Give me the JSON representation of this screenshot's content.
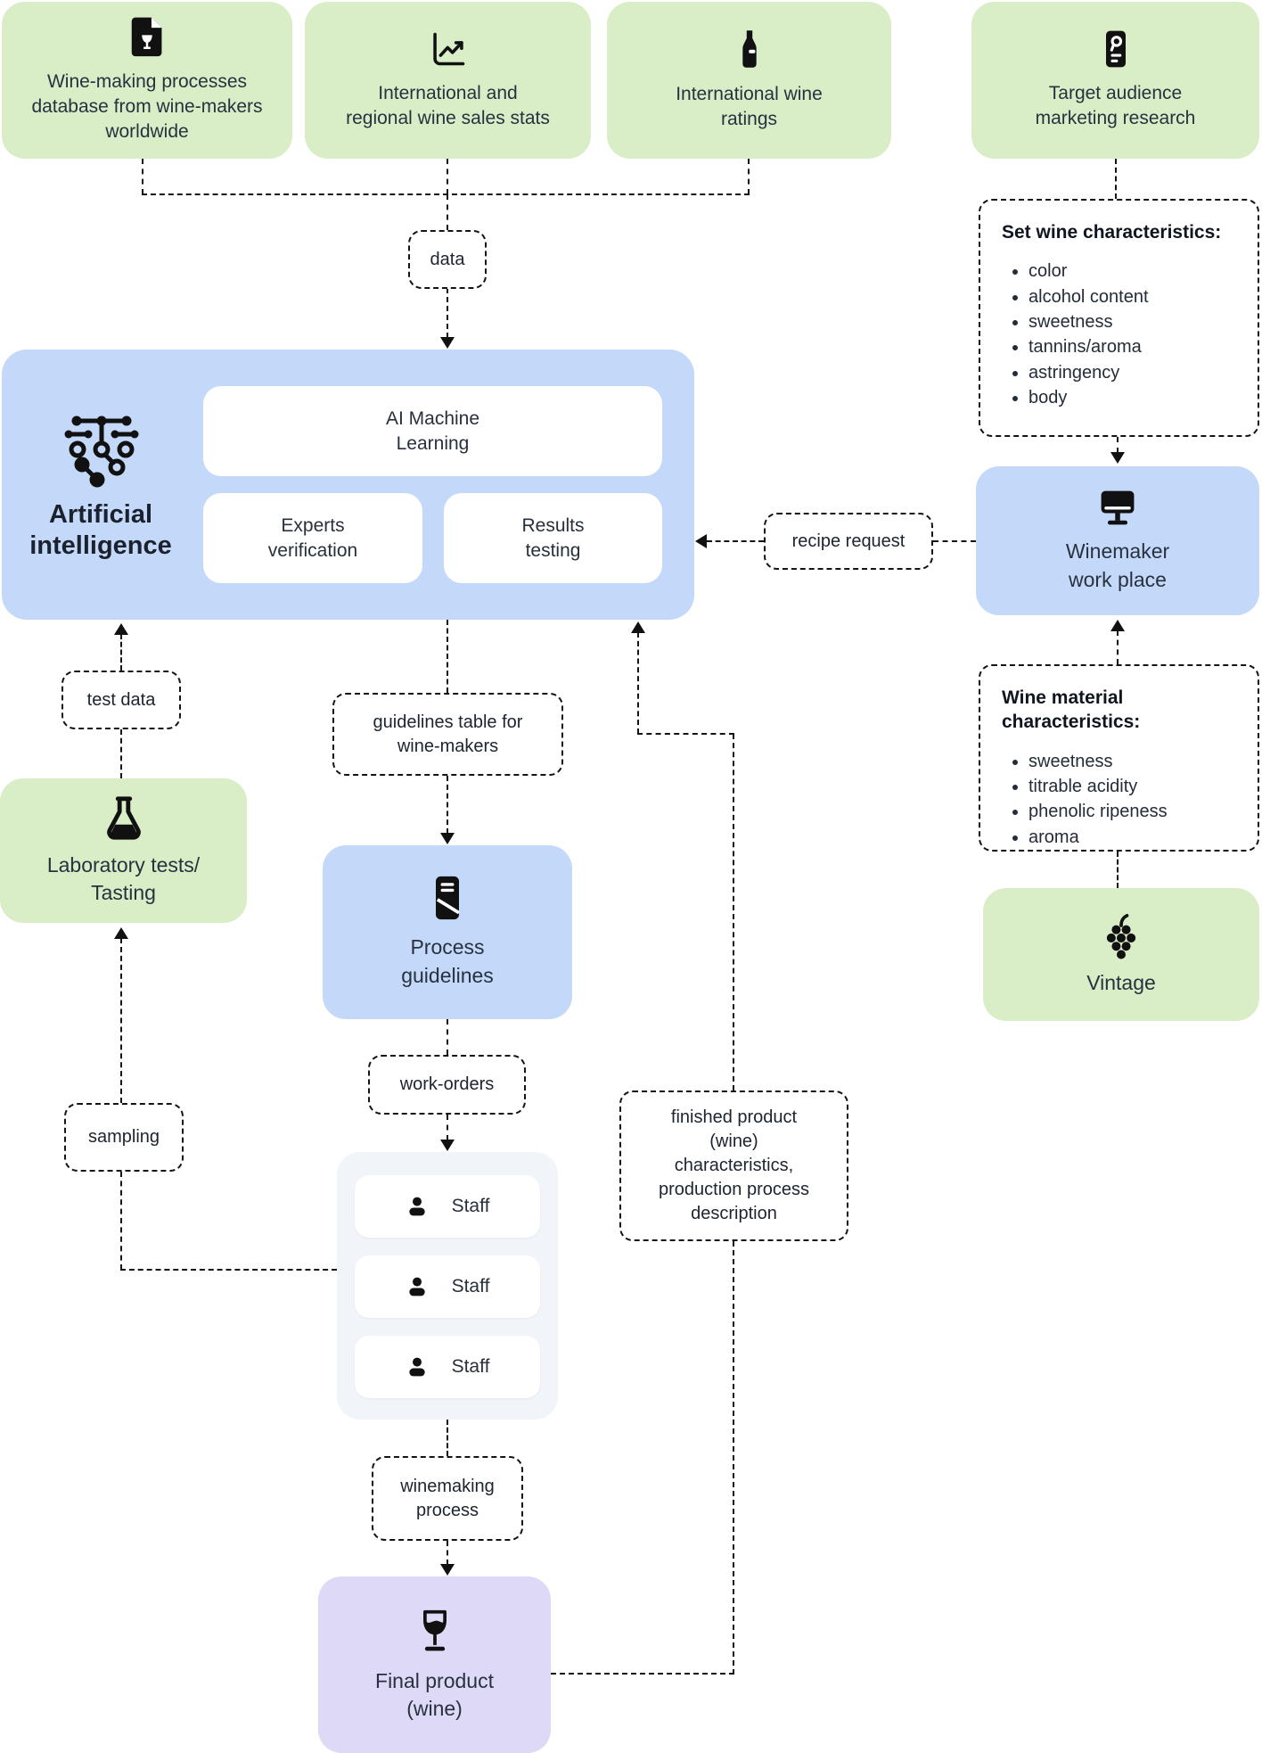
{
  "sources": [
    {
      "label": "Wine-making processes database from wine-makers worldwide",
      "icon": "wine-document-icon"
    },
    {
      "label": "International and\nregional wine sales stats",
      "icon": "sales-chart-icon"
    },
    {
      "label": "International wine\nratings",
      "icon": "wine-bottle-icon"
    },
    {
      "label": "Target audience\nmarketing research",
      "icon": "marketing-research-icon"
    }
  ],
  "tags": {
    "data": "data",
    "recipe_request": "recipe request",
    "test_data": "test data",
    "sampling": "sampling",
    "guidelines_table": "guidelines table for\nwine-makers",
    "work_orders": "work-orders",
    "winemaking_process": "winemaking\nprocess",
    "finished_product": "finished product\n(wine)\ncharacteristics,\nproduction process\ndescription"
  },
  "ai": {
    "title": "Artificial\nintelligence",
    "modules": [
      "AI Machine\nLearning",
      "Experts\nverification",
      "Results\ntesting"
    ]
  },
  "set_wine": {
    "title": "Set wine characteristics:",
    "items": [
      "color",
      "alcohol content",
      "sweetness",
      "tannins/aroma",
      "astringency",
      "body"
    ]
  },
  "winemaker": {
    "label": "Winemaker\nwork place"
  },
  "material": {
    "title": "Wine material\ncharacteristics:",
    "items": [
      "sweetness",
      "titrable acidity",
      "phenolic ripeness",
      "aroma"
    ]
  },
  "vintage": {
    "label": "Vintage"
  },
  "laboratory": {
    "label": "Laboratory tests/\nTasting"
  },
  "process": {
    "label": "Process\nguidelines"
  },
  "staff": {
    "rows": [
      "Staff",
      "Staff",
      "Staff"
    ]
  },
  "final": {
    "label": "Final product\n(wine)"
  },
  "colors": {
    "source_green": "#d9edc7",
    "ai_blue": "#c4d8f9",
    "final_purple": "#ded9f7",
    "staff_gray": "#f1f4f8",
    "line_black": "#141414"
  }
}
